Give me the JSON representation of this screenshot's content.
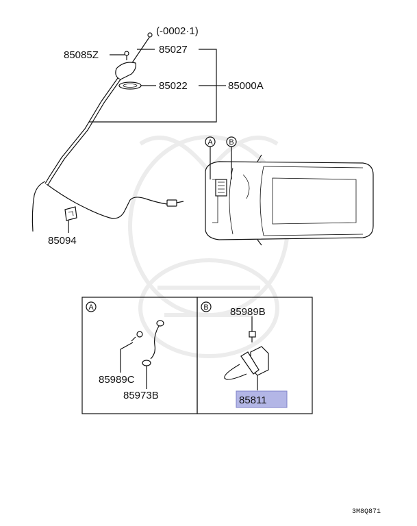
{
  "diagram": {
    "serial_note": "(-0002·1)",
    "footer_code": "3M8Q871",
    "highlight_color": "#b3b6e6",
    "callouts": [
      {
        "id": "85085Z",
        "text": "85085Z"
      },
      {
        "id": "85027",
        "text": "85027"
      },
      {
        "id": "85022",
        "text": "85022"
      },
      {
        "id": "85000A",
        "text": "85000A"
      },
      {
        "id": "85094",
        "text": "85094"
      }
    ],
    "view_markers": {
      "a": "A",
      "b": "B"
    },
    "detail_a": {
      "marker": "A",
      "callouts": [
        {
          "id": "85989C",
          "text": "85989C"
        },
        {
          "id": "85973B",
          "text": "85973B"
        }
      ]
    },
    "detail_b": {
      "marker": "B",
      "callouts": [
        {
          "id": "85989B",
          "text": "85989B"
        },
        {
          "id": "85811",
          "text": "85811",
          "highlighted": true
        }
      ]
    }
  }
}
